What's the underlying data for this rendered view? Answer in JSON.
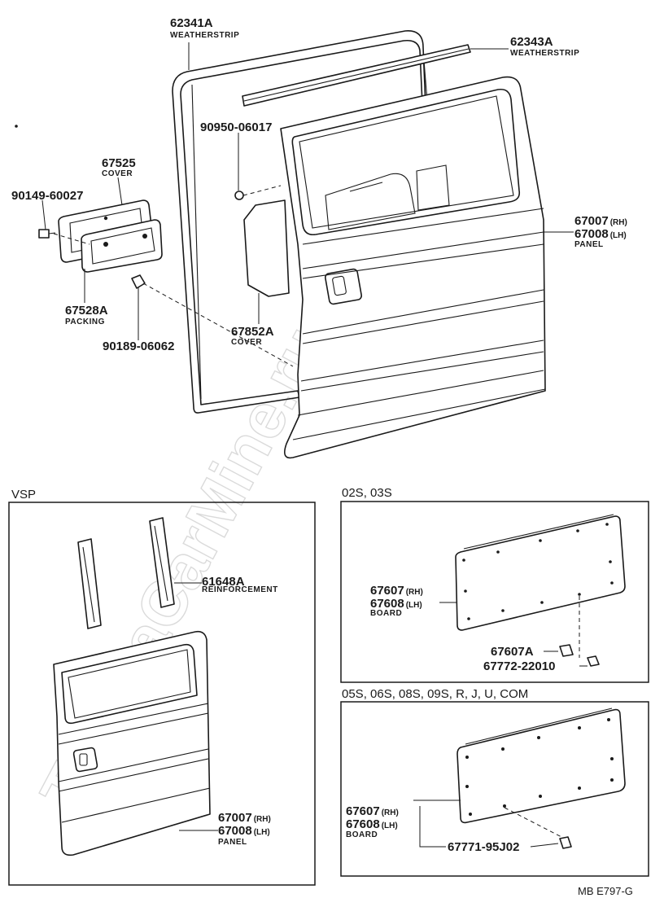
{
  "watermark": "ToyotaCarMine.ru",
  "callouts": {
    "c62341a": {
      "part": "62341A",
      "name": "WEATHERSTRIP"
    },
    "c62343a": {
      "part": "62343A",
      "name": "WEATHERSTRIP"
    },
    "c90950": {
      "part": "90950-06017"
    },
    "c67525": {
      "part": "67525",
      "name": "COVER"
    },
    "c90149": {
      "part": "90149-60027"
    },
    "c67007": {
      "part1": "67007",
      "sfx1": "(RH)",
      "part2": "67008",
      "sfx2": "(LH)",
      "name": "PANEL"
    },
    "c67528a": {
      "part": "67528A",
      "name": "PACKING"
    },
    "c67852a": {
      "part": "67852A",
      "name": "COVER"
    },
    "c90189": {
      "part": "90189-06062"
    }
  },
  "sections": {
    "vsp": {
      "label": "VSP",
      "reinforcement": {
        "part": "61648A",
        "name": "REINFORCEMENT"
      },
      "panel": {
        "part1": "67007",
        "sfx1": "(RH)",
        "part2": "67008",
        "sfx2": "(LH)",
        "name": "PANEL"
      }
    },
    "s02": {
      "label": "02S, 03S",
      "board": {
        "part1": "67607",
        "sfx1": "(RH)",
        "part2": "67608",
        "sfx2": "(LH)",
        "name": "BOARD"
      },
      "clip1": {
        "part": "67607A"
      },
      "clip2": {
        "part": "67772-22010"
      }
    },
    "s05": {
      "label": "05S, 06S, 08S, 09S, R, J, U, COM",
      "board": {
        "part1": "67607",
        "sfx1": "(RH)",
        "part2": "67608",
        "sfx2": "(LH)",
        "name": "BOARD"
      },
      "clip": {
        "part": "67771-95J02"
      }
    }
  },
  "footer": {
    "code": "MB  E797-G"
  }
}
